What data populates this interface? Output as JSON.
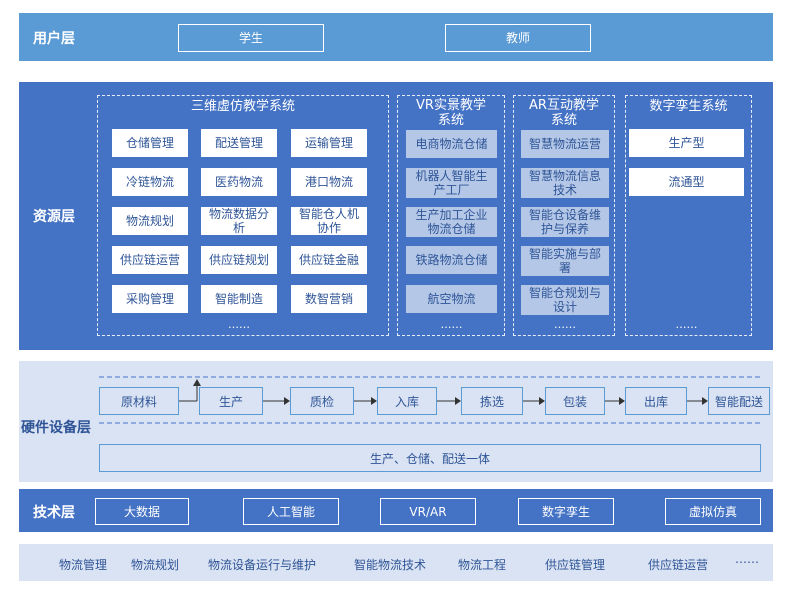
{
  "colors": {
    "user_band": "#5b9bd5",
    "resource_band": "#4472c4",
    "hardware_band": "#dae3f3",
    "tech_band": "#4472c4",
    "course_band": "#dae3f3",
    "light_box": "#b4c7e7",
    "text_dark": "#2f5597"
  },
  "user_layer": {
    "label": "用户层",
    "items": [
      "学生",
      "教师"
    ]
  },
  "resource_layer": {
    "label": "资源层",
    "panels": {
      "sim": {
        "title": "三维虚仿教学系统",
        "items": [
          "仓储管理",
          "配送管理",
          "运输管理",
          "冷链物流",
          "医药物流",
          "港口物流",
          "物流规划",
          "物流数据分析",
          "智能仓人机协作",
          "供应链运营",
          "供应链规划",
          "供应链金融",
          "采购管理",
          "智能制造",
          "数智营销"
        ],
        "more": "……"
      },
      "vr": {
        "title": "VR实景教学系统",
        "items": [
          "电商物流仓储",
          "机器人智能生产工厂",
          "生产加工企业物流仓储",
          "铁路物流仓储",
          "航空物流"
        ],
        "more": "……"
      },
      "ar": {
        "title": "AR互动教学系统",
        "items": [
          "智慧物流运营",
          "智慧物流信息技术",
          "智能仓设备维护与保养",
          "智能实施与部署",
          "智能仓规划与设计"
        ],
        "more": "……"
      },
      "twin": {
        "title": "数字孪生系统",
        "items": [
          "生产型",
          "流通型"
        ],
        "more": "……"
      }
    }
  },
  "hardware_layer": {
    "label": "硬件设备层",
    "flow": [
      "原材料",
      "生产",
      "质检",
      "入库",
      "拣选",
      "包装",
      "出库",
      "智能配送"
    ],
    "integrated": "生产、仓储、配送一体"
  },
  "tech_layer": {
    "label": "技术层",
    "items": [
      "大数据",
      "人工智能",
      "VR/AR",
      "数字孪生",
      "虚拟仿真"
    ]
  },
  "courses": {
    "items": [
      "物流管理",
      "物流规划",
      "物流设备运行与维护",
      "智能物流技术",
      "物流工程",
      "供应链管理",
      "供应链运营"
    ],
    "more": "……"
  }
}
